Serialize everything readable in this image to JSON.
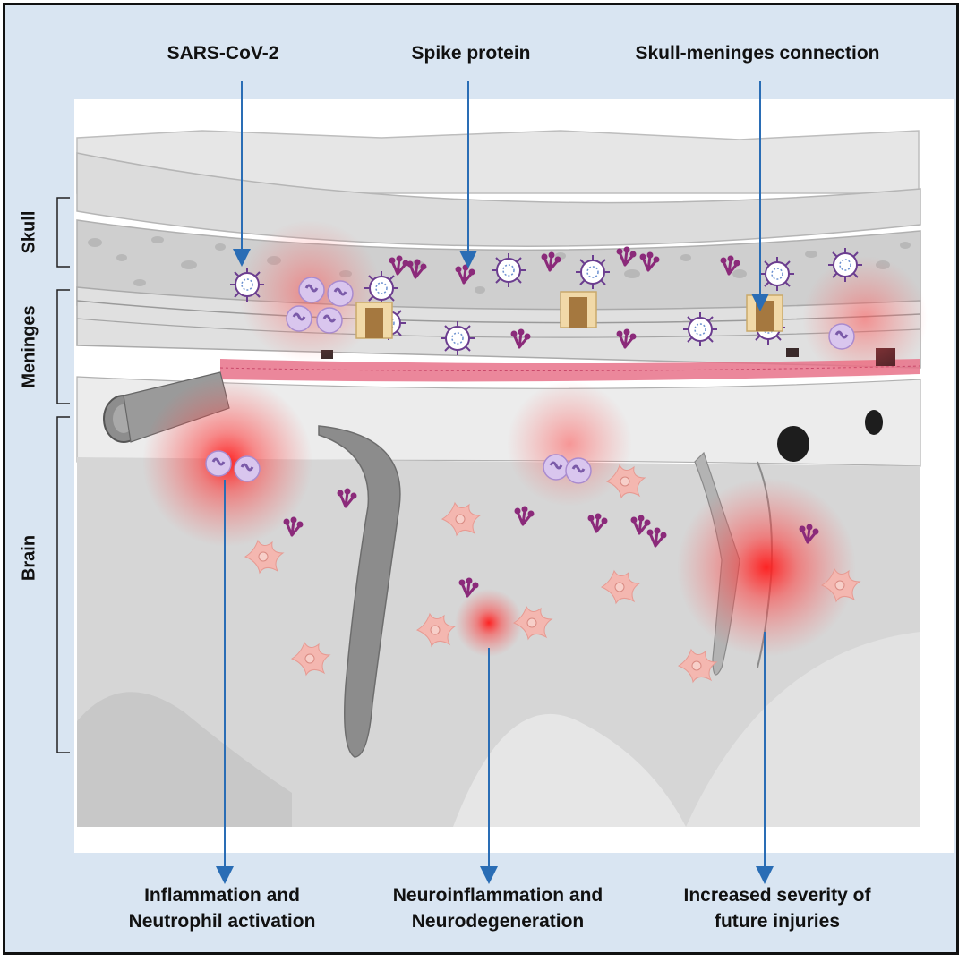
{
  "top_labels": {
    "sars_cov_2": "SARS-CoV-2",
    "spike_protein": "Spike protein",
    "skull_meninges": "Skull-meninges connection"
  },
  "side_labels": {
    "skull": "Skull",
    "meninges": "Meninges",
    "brain": "Brain"
  },
  "bottom_labels": {
    "inflammation": {
      "line1": "Inflammation and",
      "line2": "Neutrophil activation"
    },
    "neuroinflammation": {
      "line1": "Neuroinflammation and",
      "line2": "Neurodegeneration"
    },
    "severity": {
      "line1": "Increased severity of",
      "line2": "future injuries"
    }
  },
  "colors": {
    "frame_background": "#d9e5f2",
    "arrow": "#2a6db5",
    "inflammation_glow": "#ff1a1a",
    "tissue_gray": "#d6d6d6",
    "skull_gray": "#cfcfcf",
    "vessel_pink": "#e8728a",
    "microglia_pink": "#f4b7b0",
    "spike_purple": "#8b2a7a",
    "virus_purple": "#6b3d8f"
  },
  "icons": [
    "virus-icon",
    "spike-protein-icon",
    "neutrophil-icon",
    "microglia-icon",
    "bone-channel-icon",
    "blood-vessel-icon"
  ]
}
